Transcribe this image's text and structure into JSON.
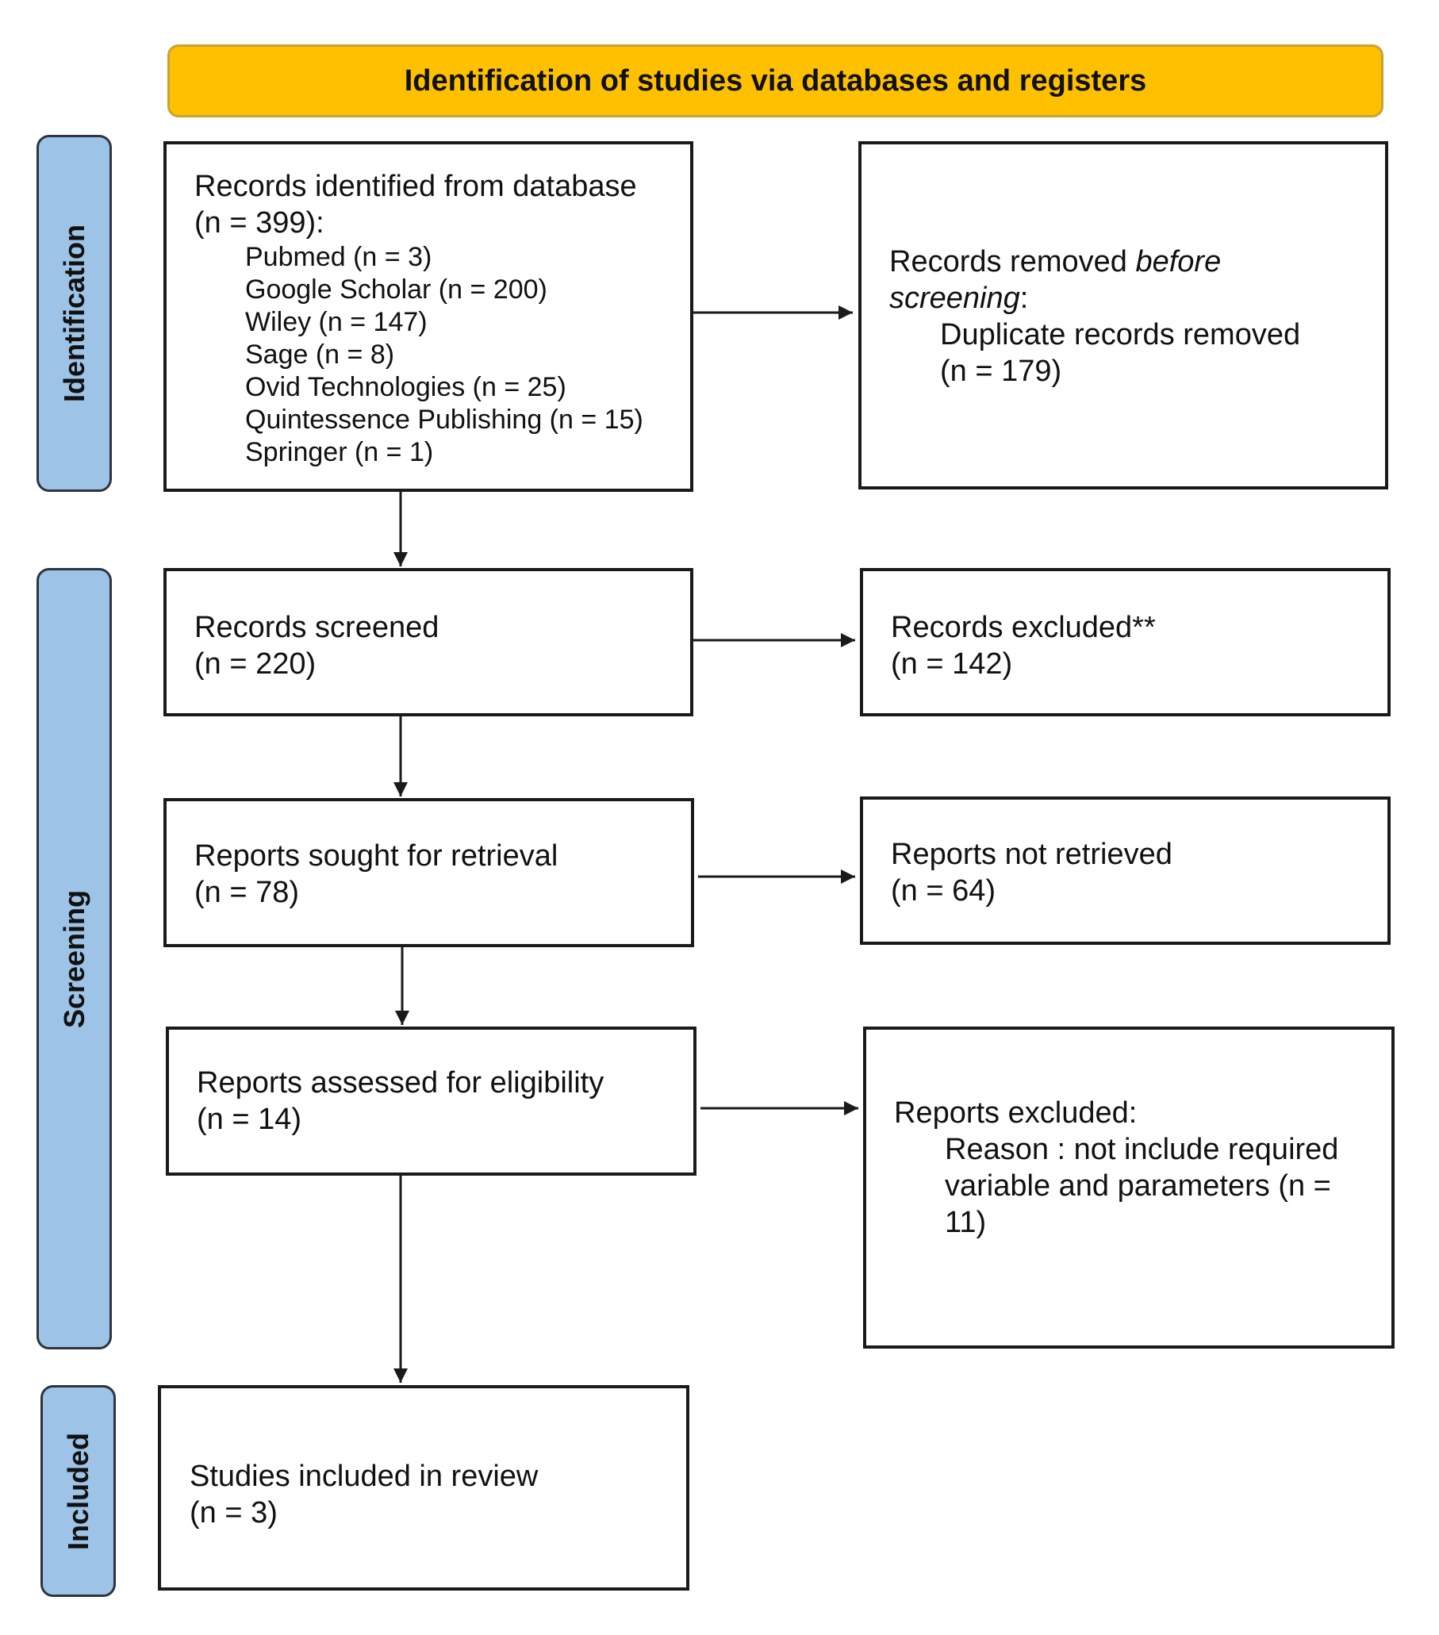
{
  "header": {
    "title": "Identification of studies via databases and registers"
  },
  "phases": {
    "identification": "Identification",
    "screening": "Screening",
    "included": "Included"
  },
  "boxes": {
    "identified": {
      "line1": "Records identified from database",
      "line2": "(n = 399):",
      "sources": [
        "Pubmed (n = 3)",
        "Google Scholar (n = 200)",
        "Wiley (n = 147)",
        "Sage (n = 8)",
        "Ovid Technologies (n = 25)",
        "Quintessence Publishing (n = 15)",
        "Springer (n = 1)"
      ]
    },
    "removed": {
      "prefix": "Records removed ",
      "italic1": "before",
      "italic2": "screening",
      "suffix": ":",
      "detail": "Duplicate records removed",
      "count": "(n = 179)"
    },
    "screened": {
      "label": "Records screened",
      "count": "(n = 220)"
    },
    "excluded": {
      "label": "Records excluded**",
      "count": "(n = 142)"
    },
    "sought": {
      "label": "Reports sought for retrieval",
      "count": "(n = 78)"
    },
    "not_retrieved": {
      "label": "Reports not retrieved",
      "count": "(n = 64)"
    },
    "assessed": {
      "label": "Reports assessed for eligibility",
      "count": "(n = 14)"
    },
    "reports_excluded": {
      "label": "Reports excluded:",
      "reason1": "Reason : not include required",
      "reason2": "variable and parameters (n =",
      "reason3": "11)"
    },
    "included": {
      "label": "Studies included in review",
      "count": "(n = 3)"
    }
  },
  "colors": {
    "header_fill": "#ffc000",
    "phase_fill": "#9dc3e6",
    "border": "#1a1a1a"
  }
}
